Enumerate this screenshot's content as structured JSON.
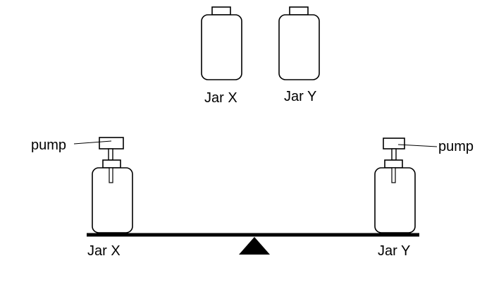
{
  "labels": {
    "top_jar_left": "Jar X",
    "top_jar_right": "Jar Y",
    "pump_left": "pump",
    "pump_right": "pump",
    "balance_jar_left": "Jar X",
    "balance_jar_right": "Jar Y"
  },
  "colors": {
    "stroke": "#000000",
    "fill": "#ffffff"
  }
}
